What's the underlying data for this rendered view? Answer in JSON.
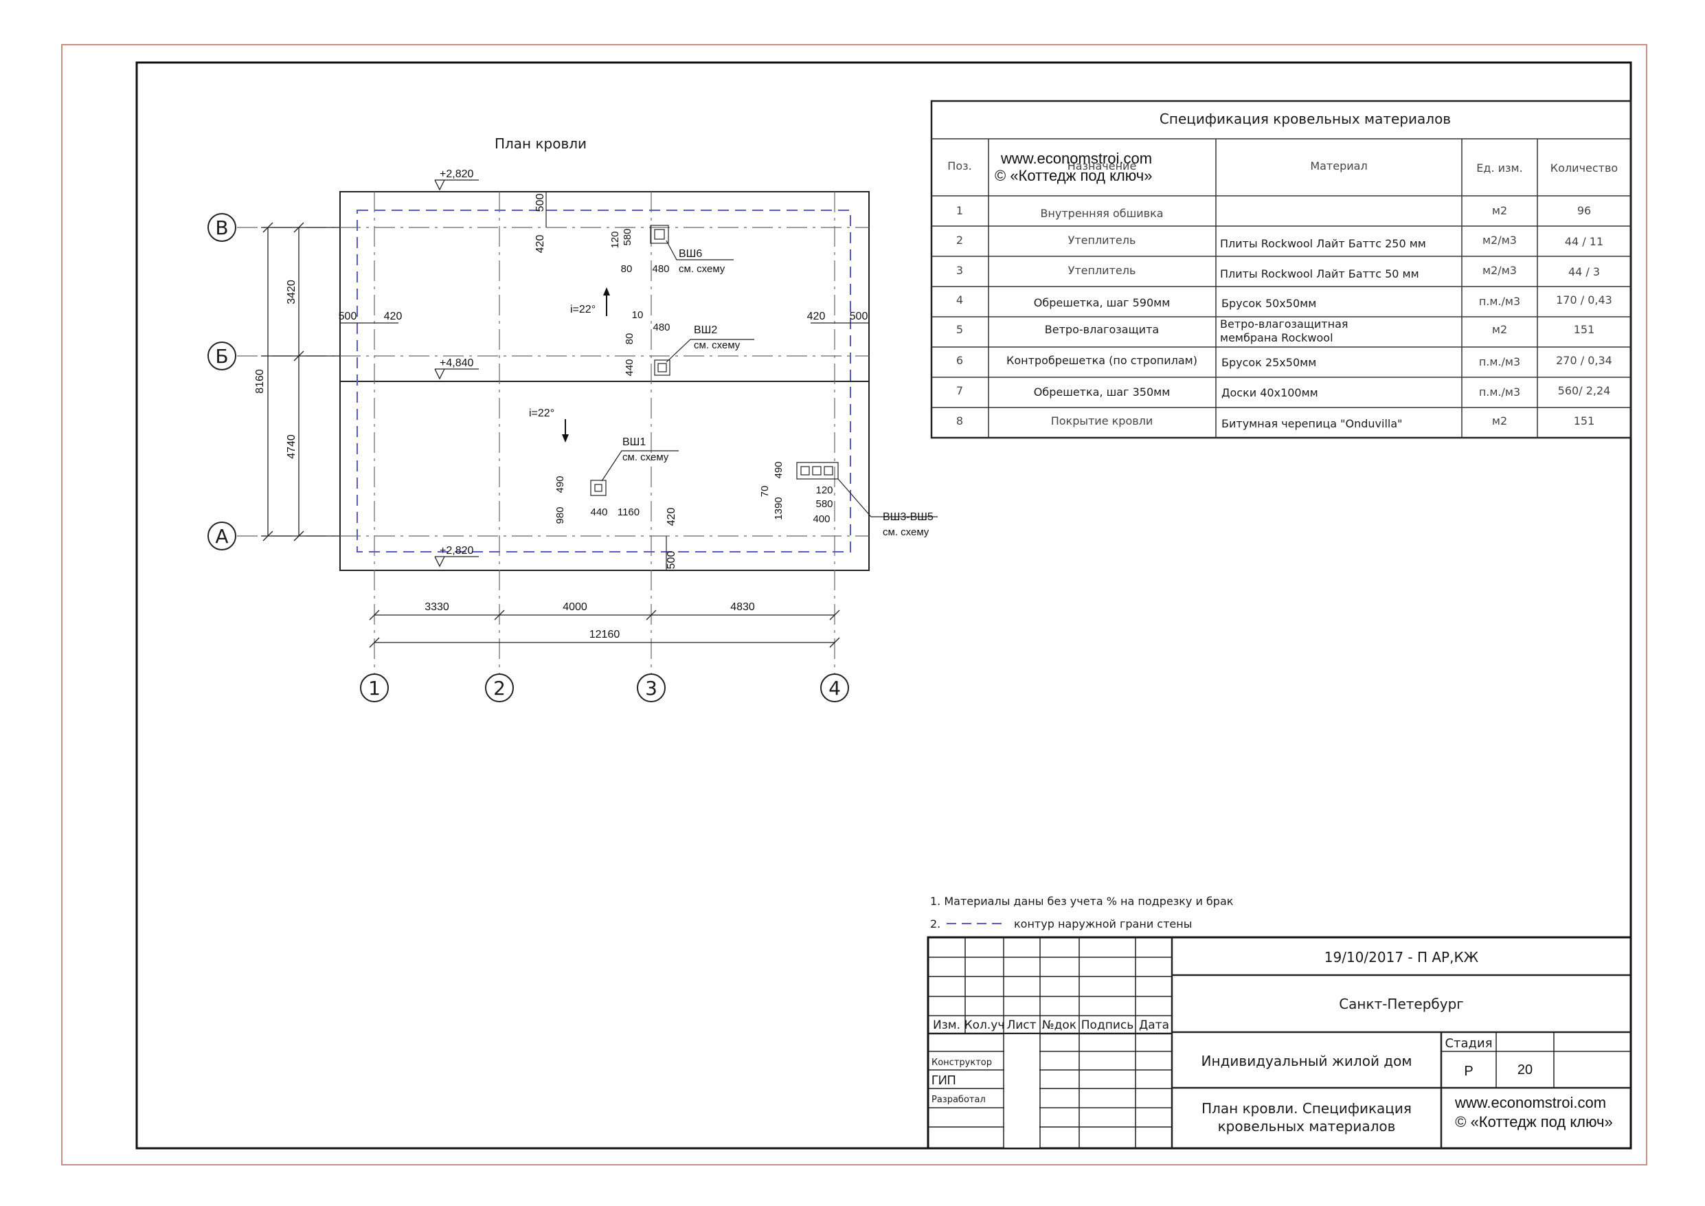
{
  "plan": {
    "title": "План кровли",
    "axes_letters": [
      "В",
      "Б",
      "А"
    ],
    "axes_numbers": [
      "1",
      "2",
      "3",
      "4"
    ],
    "levels": {
      "top": "+2,820",
      "ridge": "+4,840",
      "bottom": "+2,820"
    },
    "slopes": {
      "upper": "i=22°",
      "lower": "i=22°"
    },
    "dims_left": {
      "total": "8160",
      "upper": "3420",
      "lower": "4740"
    },
    "dims_bottom": {
      "seg1": "3330",
      "seg2": "4000",
      "seg3": "4830",
      "total": "12160"
    },
    "overhang": {
      "left": "500",
      "right": "500",
      "top": "500",
      "bottom": "500"
    },
    "offsets": {
      "left_420": "420",
      "right_420": "420",
      "top_420": "420",
      "bottom_420": "420"
    },
    "vents": {
      "vsh6": {
        "name": "ВШ6",
        "ref": "см. схему",
        "d120": "120",
        "d580": "580",
        "d80": "80",
        "d480": "480"
      },
      "vsh2": {
        "name": "ВШ2",
        "ref": "см. схему",
        "d10": "10",
        "d480": "480",
        "d80": "80",
        "d440": "440"
      },
      "vsh1": {
        "name": "ВШ1",
        "ref": "см. схему",
        "d490": "490",
        "d980": "980",
        "d440": "440",
        "d1160": "1160"
      },
      "vsh35": {
        "name": "ВШ3-ВШ5",
        "ref": "см. схему",
        "d490": "490",
        "d70": "70",
        "d1390": "1390",
        "d120": "120",
        "d580": "580",
        "d400": "400"
      }
    }
  },
  "watermark": {
    "line1": "www.economstroi.com",
    "line2": "© «Коттедж под ключ»"
  },
  "spec": {
    "title": "Спецификация кровельных материалов",
    "headers": [
      "Поз.",
      "Назначение",
      "Материал",
      "Ед. изм.",
      "Количество"
    ],
    "rows": [
      [
        "1",
        "Внутренняя обшивка",
        "",
        "м2",
        "96"
      ],
      [
        "2",
        "Утеплитель",
        "Плиты Rockwool Лайт Баттс 250 мм",
        "м2/м3",
        "44 / 11"
      ],
      [
        "3",
        "Утеплитель",
        "Плиты Rockwool Лайт Баттс 50 мм",
        "м2/м3",
        "44 / 3"
      ],
      [
        "4",
        "Обрешетка, шаг 590мм",
        "Брусок 50х50мм",
        "п.м./м3",
        "170 / 0,43"
      ],
      [
        "5",
        "Ветро-влагозащита",
        "Ветро-влагозащитная\nмембрана Rockwool",
        "м2",
        "151"
      ],
      [
        "6",
        "Контробрешетка (по стропилам)",
        "Брусок 25х50мм",
        "п.м./м3",
        "270 / 0,34"
      ],
      [
        "7",
        "Обрешетка, шаг 350мм",
        "Доски 40х100мм",
        "п.м./м3",
        "560/ 2,24"
      ],
      [
        "8",
        "Покрытие кровли",
        "Битумная черепица \"Onduvilla\"",
        "м2",
        "151"
      ]
    ]
  },
  "notes": {
    "note1": "1. Материалы даны без учета % на подрезку и брак",
    "note2_num": "2.",
    "note2_text": "контур наружной грани стены"
  },
  "stamp": {
    "code": "19/10/2017 - П  АР,КЖ",
    "city": "Санкт-Петербург",
    "object": "Индивидуальный жилой дом",
    "sheet_title_1": "План кровли. Спецификация",
    "sheet_title_2": "кровельных материалов",
    "cols": [
      "Изм.",
      "Кол.уч",
      "Лист",
      "№док",
      "Подпись",
      "Дата"
    ],
    "roles": [
      "Конструктор",
      "ГИП",
      "Разработал"
    ],
    "stage_label": "Стадия",
    "stage": "Р",
    "sheet_no": "20",
    "site": "www.economstroi.com",
    "owner": "© «Коттедж под ключ»"
  }
}
